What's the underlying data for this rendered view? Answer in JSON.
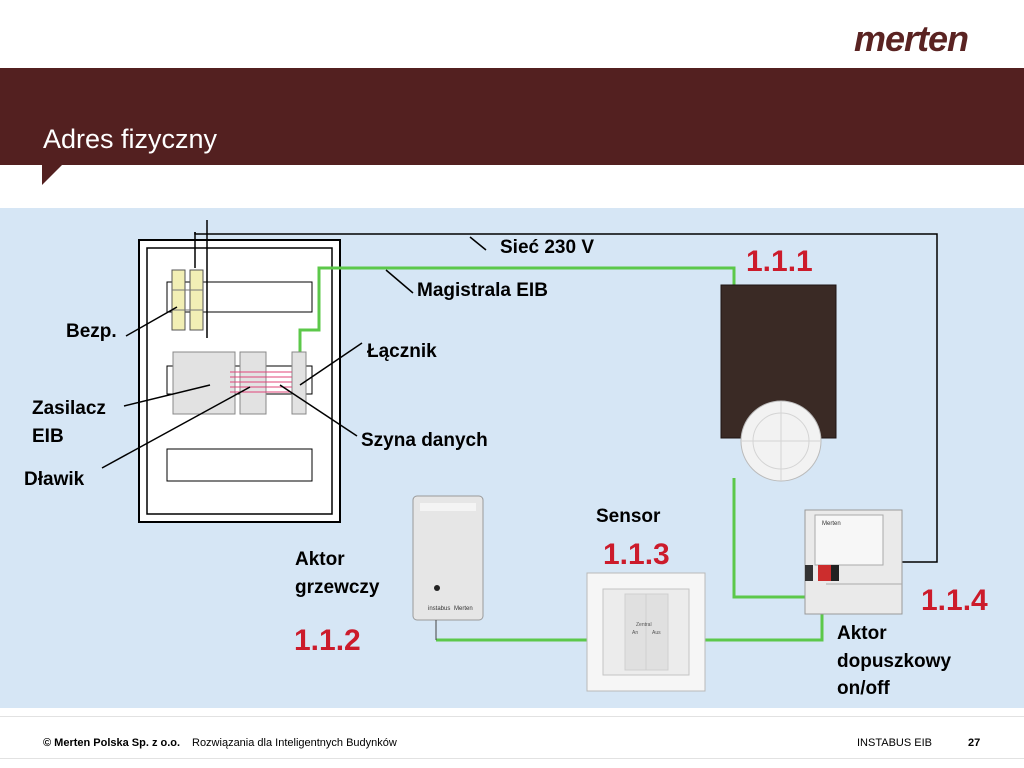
{
  "header": {
    "logo": "merten",
    "title": "Adres fizyczny"
  },
  "diagram": {
    "labels": {
      "siec": "Sieć 230 V",
      "magistrala": "Magistrala EIB",
      "lacznik": "Łącznik",
      "bezp": "Bezp.",
      "zasilacz_line1": "Zasilacz",
      "zasilacz_line2": "EIB",
      "szyna": "Szyna danych",
      "dlawik": "Dławik",
      "sensor": "Sensor",
      "aktor_grzewczy_line1": "Aktor",
      "aktor_grzewczy_line2": "grzewczy",
      "aktor_dop_line1": "Aktor",
      "aktor_dop_line2": "dopuszkowy",
      "aktor_dop_line3": "on/off"
    },
    "addresses": {
      "a111": "1.1.1",
      "a112": "1.1.2",
      "a113": "1.1.3",
      "a114": "1.1.4"
    },
    "device_text": {
      "heater_brand1": "instabus",
      "heater_brand2": "Merten",
      "switch_center": "Zentral",
      "switch_left": "An",
      "switch_right": "Aus",
      "actuator_brand": "Merten"
    },
    "colors": {
      "background": "#d6e6f5",
      "bus_line": "#5cc84a",
      "address": "#cc1b2b"
    }
  },
  "footer": {
    "company": "© Merten Polska Sp. z o.o.",
    "tagline": "Rozwiązania dla Inteligentnych Budynków",
    "product": "INSTABUS EIB",
    "page": "27"
  }
}
